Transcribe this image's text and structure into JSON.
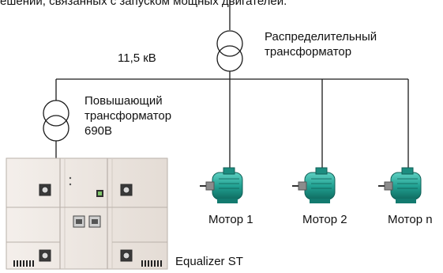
{
  "header_fragment": "ешений, связанных с запуском мощных двигателей.",
  "voltage_label": "11,5 кВ",
  "distribution_transformer": {
    "line1": "Распределительный",
    "line2": "трансформатор"
  },
  "step_up_transformer": {
    "line1": "Повышающий",
    "line2": "трансформатор",
    "line3": "690В"
  },
  "motors": [
    {
      "label": "Мотор 1"
    },
    {
      "label": "Мотор 2"
    },
    {
      "label": "Мотор n"
    }
  ],
  "cabinet_label": "Equalizer ST",
  "colors": {
    "line": "#1a1a1a",
    "motor_body": "#2aa89a",
    "motor_dark": "#13776c",
    "cabinet": "#ece6e1",
    "cabinet_edge": "#b9b1aa"
  }
}
